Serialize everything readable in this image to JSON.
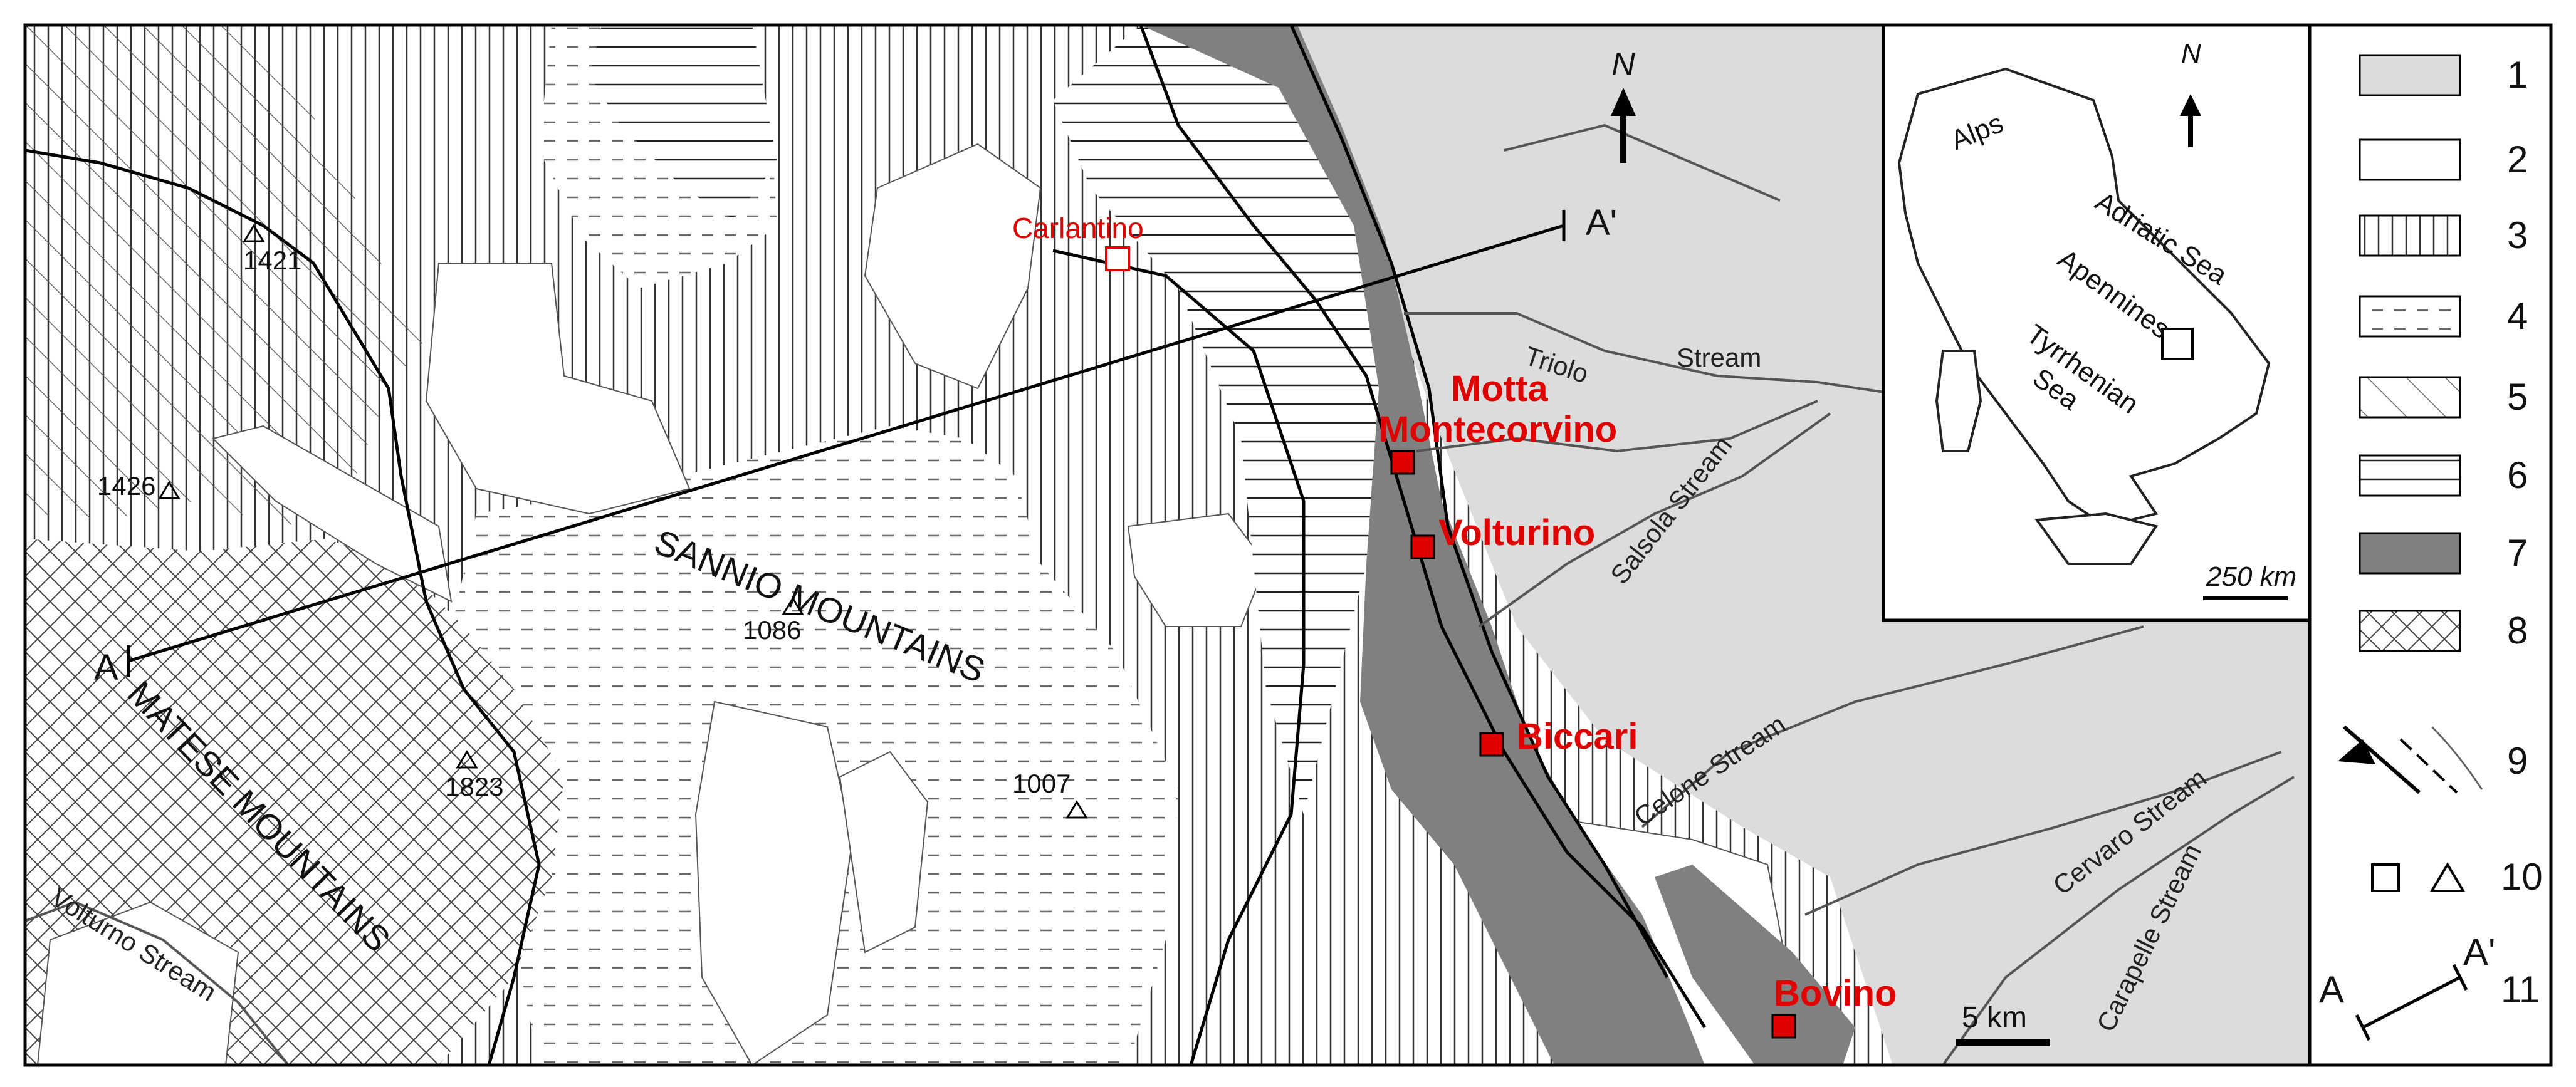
{
  "map": {
    "north": "N",
    "section_start": "A",
    "section_end": "A'",
    "scale": "5 km",
    "mountains": {
      "sannio": "SANNIO MOUNTAINS",
      "matese": "MATESE MOUNTAINS"
    },
    "peaks": [
      "1421",
      "1426",
      "1086",
      "1823",
      "1007"
    ],
    "streams": {
      "triolo_a": "Triolo",
      "triolo_b": "Stream",
      "salsola": "Salsola Stream",
      "celone": "Celone Stream",
      "cervaro": "Cervaro Stream",
      "carapelle": "Carapelle Stream",
      "volturno": "Volturno Stream"
    },
    "towns": {
      "carlantino": "Carlantino",
      "motta_a": "Motta",
      "motta_b": "Montecorvino",
      "volturino": "Volturino",
      "biccari": "Biccari",
      "bovino": "Bovino"
    },
    "colors": {
      "highlight": "#e00000",
      "unit1": "#dcdcdc",
      "unit7": "#808080"
    }
  },
  "inset": {
    "north": "N",
    "alps": "Alps",
    "adriatic": "Adriatic Sea",
    "apennines": "Apennines",
    "tyrrhenian_a": "Tyrrhenian",
    "tyrrhenian_b": "Sea",
    "scale": "250 km"
  },
  "legend": {
    "items": [
      "1",
      "2",
      "3",
      "4",
      "5",
      "6",
      "7",
      "8",
      "9",
      "10",
      "11"
    ],
    "section_a": "A",
    "section_b": "A'"
  }
}
